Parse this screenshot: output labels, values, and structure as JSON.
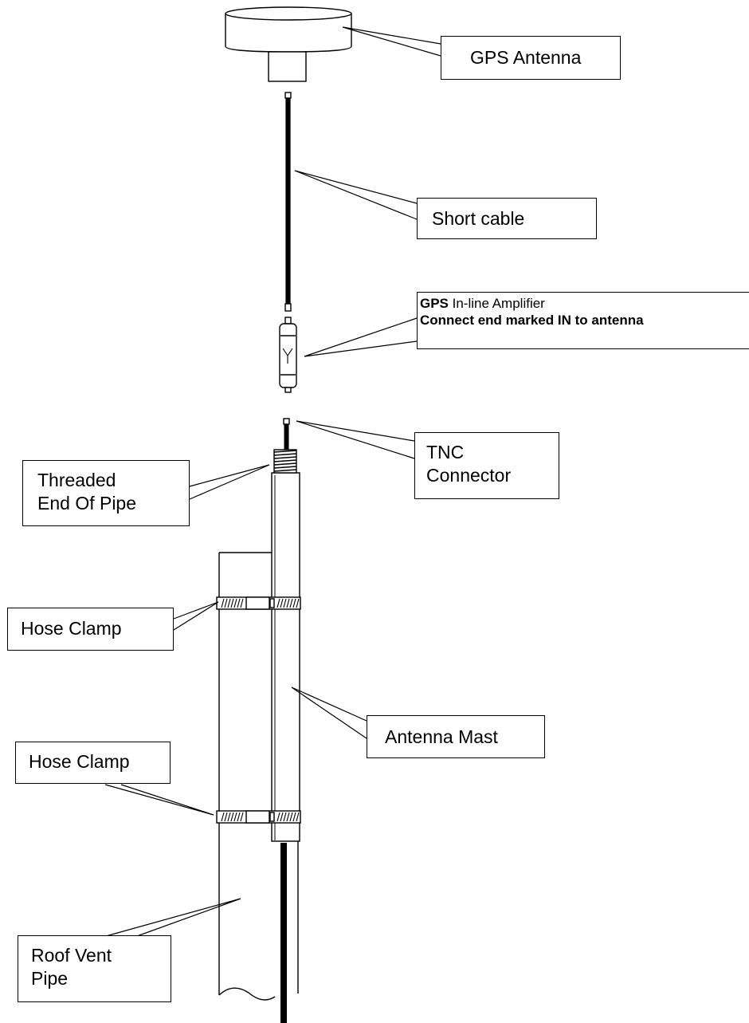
{
  "labels": {
    "gps_antenna": "GPS Antenna",
    "short_cable": "Short cable",
    "amplifier": {
      "bold_prefix": "GPS",
      "line1_rest": " In-line Amplifier",
      "line2": "Connect end marked IN to antenna"
    },
    "tnc_connector": [
      "TNC",
      "Connector"
    ],
    "threaded_end": [
      "Threaded",
      "End Of Pipe"
    ],
    "hose_clamp_top": "Hose Clamp",
    "antenna_mast": "Antenna Mast",
    "hose_clamp_bottom": "Hose Clamp",
    "roof_vent_pipe": [
      "Roof Vent",
      "Pipe"
    ]
  },
  "amplifier_symbol": "Y"
}
